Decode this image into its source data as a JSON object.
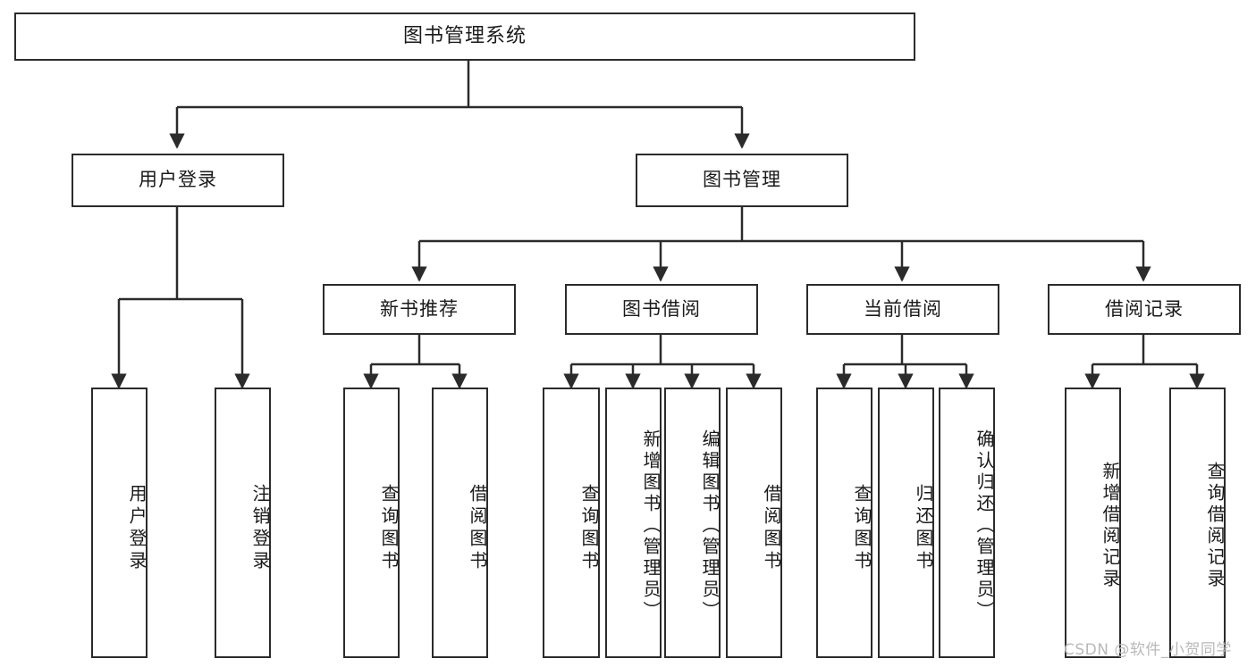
{
  "diagram": {
    "title": "图书管理系统",
    "type": "tree",
    "watermark": "CSDN @软件_小贺同学",
    "colors": {
      "border": "#2b2b2b",
      "background": "#ffffff",
      "connector": "#2b2b2b",
      "text": "#1a1a1a",
      "watermark": "#b9b9b9"
    },
    "levels": {
      "root": {
        "label": "图书管理系统"
      },
      "level2": [
        {
          "label": "用户登录"
        },
        {
          "label": "图书管理"
        }
      ],
      "level3": [
        {
          "label": "新书推荐"
        },
        {
          "label": "图书借阅"
        },
        {
          "label": "当前借阅"
        },
        {
          "label": "借阅记录"
        }
      ],
      "leaves": {
        "user_login": [
          {
            "label": "用户登录"
          },
          {
            "label": "注销登录"
          }
        ],
        "new_book_recommend": [
          {
            "label": "查询图书"
          },
          {
            "label": "借阅图书"
          }
        ],
        "book_borrow": [
          {
            "label": "查询图书"
          },
          {
            "label": "新增图书（管理员）"
          },
          {
            "label": "编辑图书（管理员）"
          },
          {
            "label": "借阅图书"
          }
        ],
        "current_borrow": [
          {
            "label": "查询图书"
          },
          {
            "label": "归还图书"
          },
          {
            "label": "确认归还（管理员）"
          }
        ],
        "borrow_record": [
          {
            "label": "新增借阅记录"
          },
          {
            "label": "查询借阅记录"
          }
        ]
      }
    }
  }
}
